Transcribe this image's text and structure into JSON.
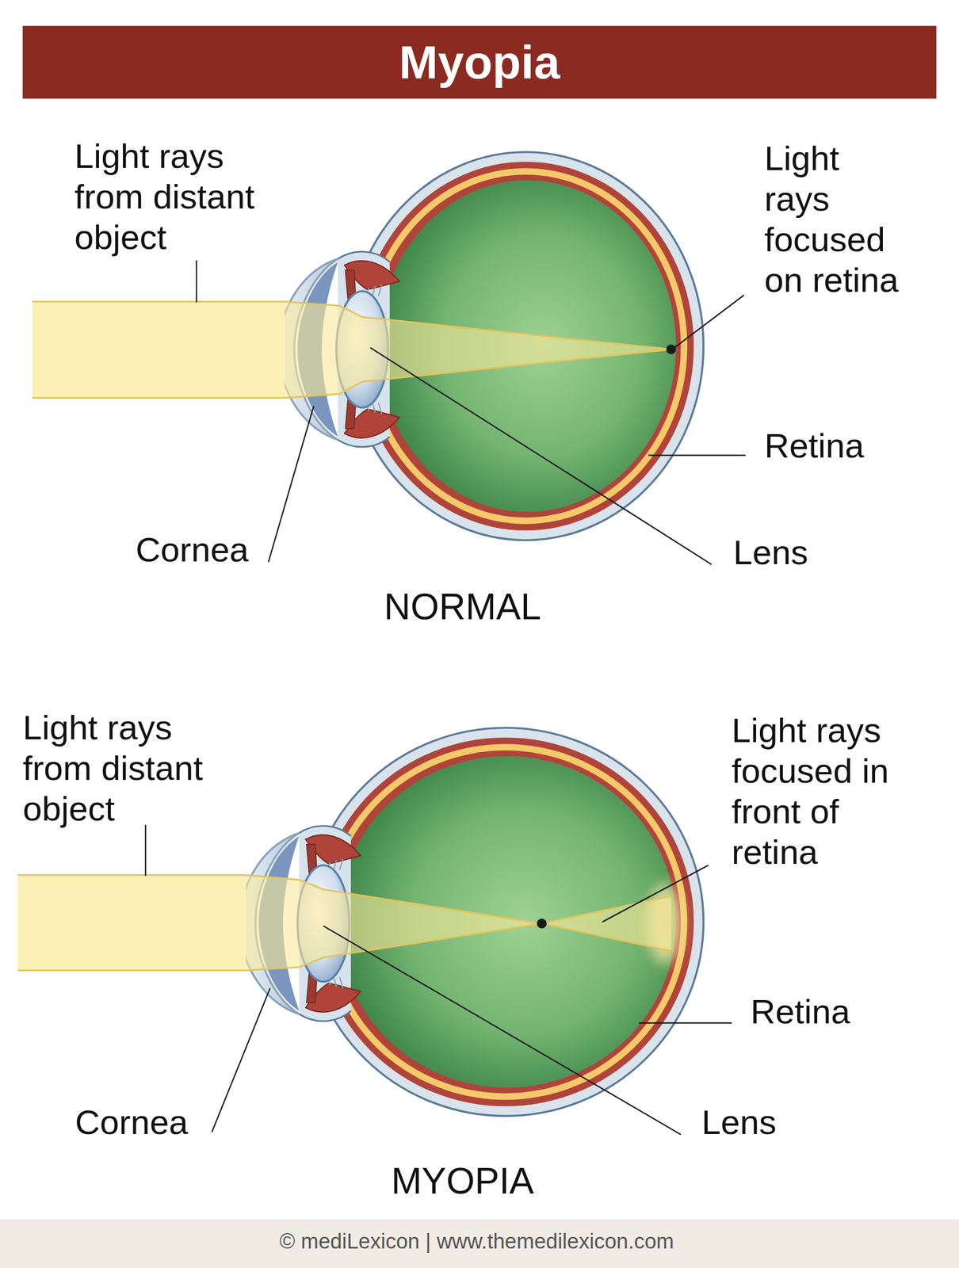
{
  "diagram": {
    "title": "Myopia",
    "labels": [
      "Light rays from distant object",
      "Light rays focused on retina",
      "Retina",
      "Lens",
      "Cornea",
      "NORMAL",
      "Light rays from distant object",
      "Light rays focused in front of retina",
      "Retina",
      "Lens",
      "Cornea",
      "MYOPIA",
      "© mediLexicon | www.themedilexicon.com"
    ]
  }
}
